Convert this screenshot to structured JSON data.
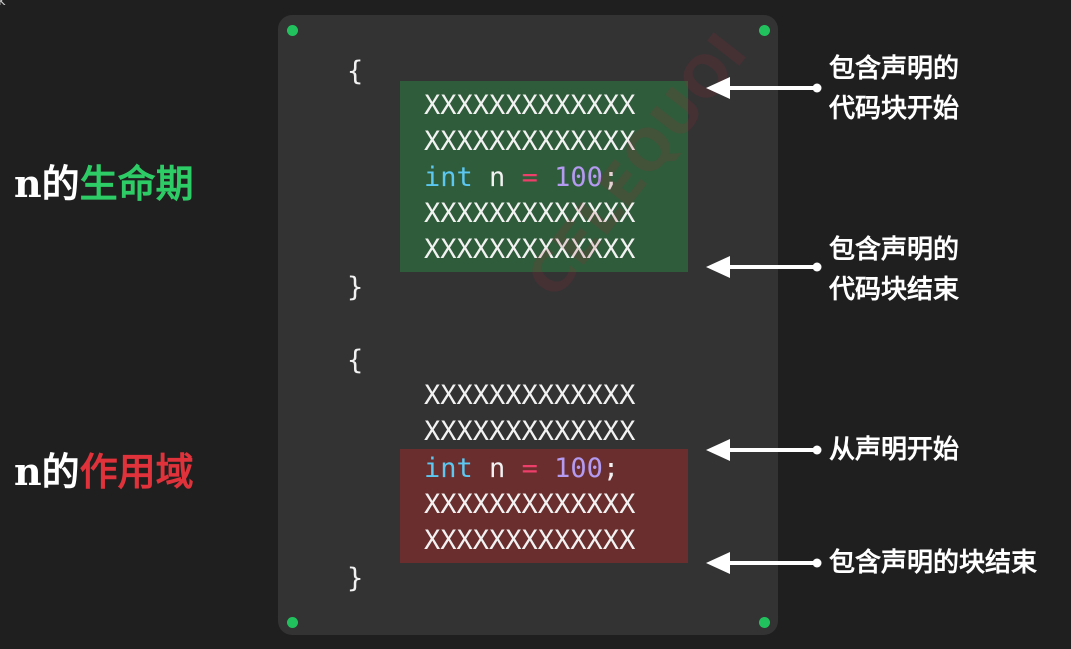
{
  "corner_mark": "k",
  "labels": {
    "lifetime_prefix": "n的",
    "lifetime_highlight": "生命期",
    "scope_prefix": "n的",
    "scope_highlight": "作用域"
  },
  "code_block_1": {
    "open": "{",
    "lines": [
      "XXXXXXXXXXXXX",
      "XXXXXXXXXXXXX"
    ],
    "decl": {
      "kw": "int",
      "ident": " n ",
      "op": "=",
      "num": " 100",
      "end": ";"
    },
    "lines_after": [
      "XXXXXXXXXXXXX",
      "XXXXXXXXXXXXX"
    ],
    "close": "}"
  },
  "code_block_2": {
    "open": "{",
    "lines": [
      "XXXXXXXXXXXXX",
      "XXXXXXXXXXXXX"
    ],
    "decl": {
      "kw": "int",
      "ident": " n ",
      "op": "=",
      "num": " 100",
      "end": ";"
    },
    "lines_after": [
      "XXXXXXXXXXXXX",
      "XXXXXXXXXXXXX"
    ],
    "close": "}"
  },
  "annotations": {
    "block1_start": [
      "包含声明的",
      "代码块开始"
    ],
    "block1_end": [
      "包含声明的",
      "代码块结束"
    ],
    "decl_start": "从声明开始",
    "block2_end": "包含声明的块结束"
  },
  "watermark": "CELEQUOI",
  "colors": {
    "background": "#1f1f1f",
    "panel": "#333333",
    "dot": "#21c25e",
    "lifetime_highlight": "#2ecc66",
    "scope_highlight": "#e0323a",
    "keyword": "#5cc8f2",
    "operator": "#ee3e6a",
    "number": "#b49af0"
  }
}
